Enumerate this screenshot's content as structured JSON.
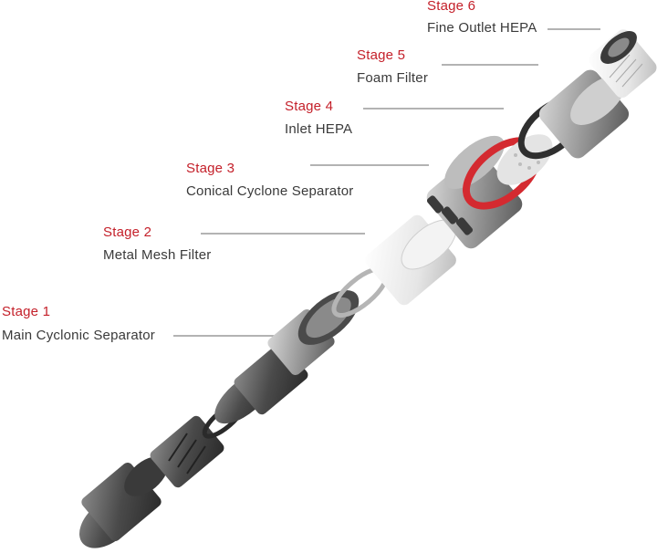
{
  "colors": {
    "stage_label": "#c4202a",
    "name_label": "#3a3a3a",
    "leader_line": "#9a9a9a",
    "accent_seal": "#d42a30"
  },
  "stages": [
    {
      "stage": "Stage 1",
      "name": "Main Cyclonic Separator"
    },
    {
      "stage": "Stage 2",
      "name": "Metal Mesh Filter"
    },
    {
      "stage": "Stage 3",
      "name": "Conical Cyclone Separator"
    },
    {
      "stage": "Stage 4",
      "name": "Inlet HEPA"
    },
    {
      "stage": "Stage 5",
      "name": "Foam Filter"
    },
    {
      "stage": "Stage 6",
      "name": "Fine Outlet HEPA"
    }
  ]
}
